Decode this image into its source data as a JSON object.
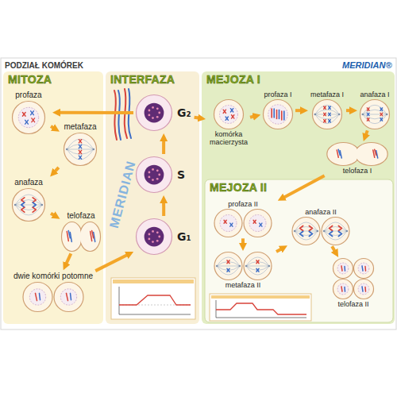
{
  "diagram": {
    "title": "PODZIAŁ KOMÓREK",
    "nodes": [
      {
        "text": [
          "MITOZA"
        ]
      },
      {
        "text": [
          "profaza"
        ],
        "in": 0
      },
      {
        "text": [
          "metafaza"
        ],
        "in": 0
      },
      {
        "text": [
          "anafaza"
        ],
        "in": 0
      },
      {
        "text": [
          "telofaza"
        ],
        "in": 0
      },
      {
        "text": [
          "dwie komórki potomne"
        ],
        "in": 0
      },
      {
        "text": [
          "INTERFAZA"
        ]
      },
      {
        "text": [
          "G₂"
        ],
        "in": 6
      },
      {
        "text": [
          "S"
        ],
        "in": 6
      },
      {
        "text": [
          "G₁"
        ],
        "in": 6
      },
      {
        "text": [
          "MEJOZA I"
        ]
      },
      {
        "text": [
          "komórka macierzysta"
        ],
        "in": 10
      },
      {
        "text": [
          "profaza I"
        ],
        "in": 10
      },
      {
        "text": [
          "metafaza I"
        ],
        "in": 10
      },
      {
        "text": [
          "anafaza I"
        ],
        "in": 10
      },
      {
        "text": [
          "telofaza I"
        ],
        "in": 10
      },
      {
        "text": [
          "MEJOZA II"
        ],
        "in": 10
      },
      {
        "text": [
          "profaza II"
        ],
        "in": 16
      },
      {
        "text": [
          "metafaza II"
        ],
        "in": 16
      },
      {
        "text": [
          "anafaza II"
        ],
        "in": 16
      },
      {
        "text": [
          "telofaza II"
        ],
        "in": 16
      }
    ],
    "edges": [
      {
        "from": 7,
        "to": 1,
        "arrow": "to"
      },
      {
        "from": 1,
        "to": 2,
        "arrow": "to"
      },
      {
        "from": 2,
        "to": 3,
        "arrow": "to"
      },
      {
        "from": 3,
        "to": 4,
        "arrow": "to"
      },
      {
        "from": 4,
        "to": 5,
        "arrow": "to"
      },
      {
        "from": 5,
        "to": 9,
        "arrow": "to"
      },
      {
        "from": 9,
        "to": 8,
        "arrow": "to"
      },
      {
        "from": 8,
        "to": 7,
        "arrow": "to"
      },
      {
        "from": 7,
        "to": 11,
        "arrow": "to"
      },
      {
        "from": 11,
        "to": 12,
        "arrow": "to"
      },
      {
        "from": 12,
        "to": 13,
        "arrow": "to"
      },
      {
        "from": 13,
        "to": 14,
        "arrow": "to"
      },
      {
        "from": 14,
        "to": 15,
        "arrow": "to"
      },
      {
        "from": 15,
        "to": 17,
        "arrow": "to"
      },
      {
        "from": 17,
        "to": 18,
        "arrow": "to"
      },
      {
        "from": 18,
        "to": 19,
        "arrow": "to"
      },
      {
        "from": 19,
        "to": 20,
        "arrow": "to"
      }
    ],
    "labels": [
      "MERIDIAN®",
      "MERIDIAN"
    ]
  }
}
